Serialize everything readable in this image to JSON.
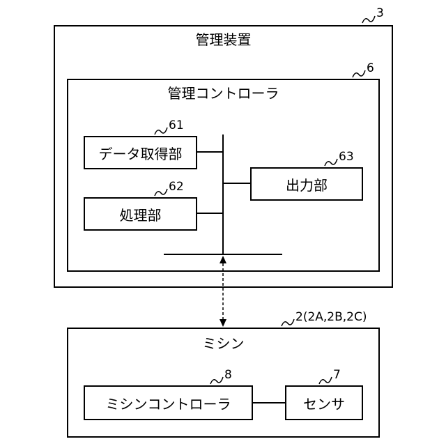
{
  "management": {
    "title": "管理装置",
    "ref": "3",
    "controller": {
      "title": "管理コントローラ",
      "ref": "6",
      "data_unit": {
        "label": "データ取得部",
        "ref": "61"
      },
      "processing_unit": {
        "label": "処理部",
        "ref": "62"
      },
      "output_unit": {
        "label": "出力部",
        "ref": "63"
      }
    }
  },
  "machine": {
    "title": "ミシン",
    "ref": "2(2A,2B,2C)",
    "controller": {
      "label": "ミシンコントローラ",
      "ref": "8"
    },
    "sensor": {
      "label": "センサ",
      "ref": "7"
    }
  }
}
